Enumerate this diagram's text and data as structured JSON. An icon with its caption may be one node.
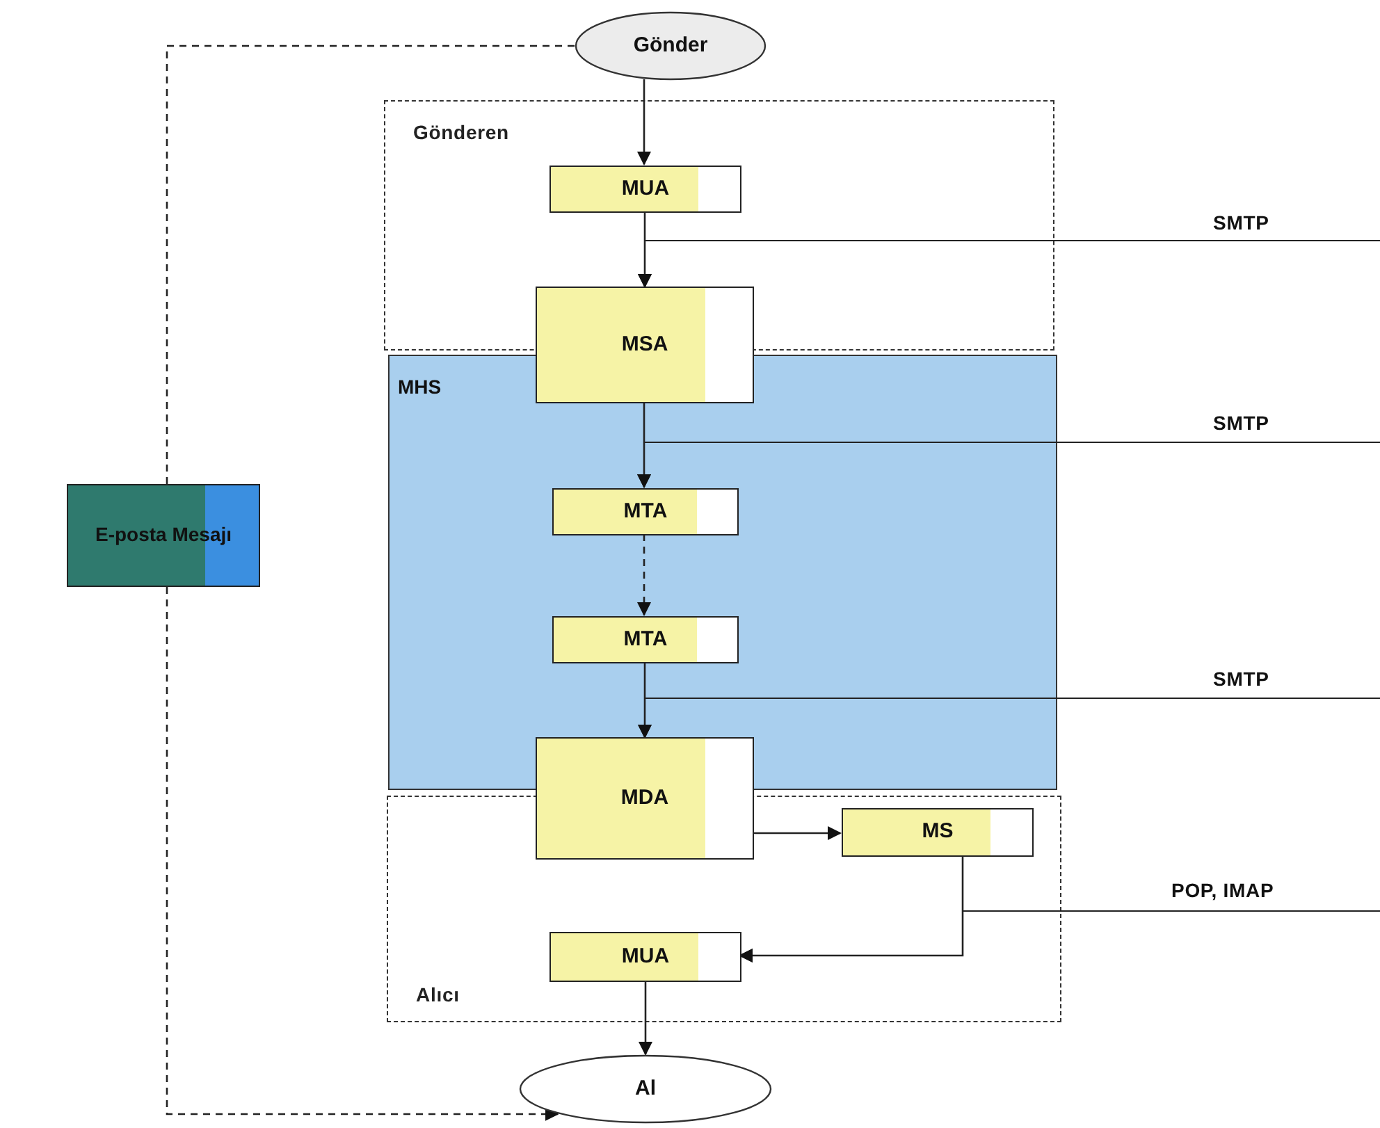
{
  "diagram": {
    "nodes": [
      {
        "text": [
          "Gönder"
        ]
      },
      {
        "text": [
          "Gönderen"
        ]
      },
      {
        "text": [
          "MUA"
        ],
        "in": 1
      },
      {
        "text": [
          "MSA"
        ]
      },
      {
        "text": [
          "MHS"
        ]
      },
      {
        "text": [
          "MTA"
        ],
        "in": 4
      },
      {
        "text": [
          "MTA"
        ],
        "in": 4
      },
      {
        "text": [
          "MDA"
        ]
      },
      {
        "text": [
          "Alıcı"
        ]
      },
      {
        "text": [
          "MS"
        ],
        "in": 8
      },
      {
        "text": [
          "MUA"
        ],
        "in": 8
      },
      {
        "text": [
          "E-posta Mesajı"
        ]
      },
      {
        "text": [
          "Al"
        ]
      }
    ],
    "edges": [
      {
        "from": 0,
        "to": 2,
        "arrow": "to"
      },
      {
        "from": 2,
        "to": 3,
        "arrow": "to"
      },
      {
        "from": 3,
        "to": 5,
        "arrow": "to"
      },
      {
        "from": 5,
        "to": 6,
        "arrow": "to",
        "style": "dashed"
      },
      {
        "from": 6,
        "to": 7,
        "arrow": "to"
      },
      {
        "from": 7,
        "to": 9,
        "arrow": "to"
      },
      {
        "from": 9,
        "to": 10,
        "arrow": "to"
      },
      {
        "from": 10,
        "to": 12,
        "arrow": "to"
      },
      {
        "from": 0,
        "to": 11,
        "arrow": "none",
        "style": "dashed"
      },
      {
        "from": 11,
        "to": 12,
        "arrow": "to",
        "style": "dashed"
      },
      {
        "from": null,
        "to": 3,
        "arrow": "to",
        "label": "SMTP"
      },
      {
        "from": null,
        "to": 5,
        "arrow": "to",
        "label": "SMTP"
      },
      {
        "from": null,
        "to": 7,
        "arrow": "to",
        "label": "SMTP"
      },
      {
        "from": null,
        "to": 10,
        "arrow": "to",
        "label": "POP, IMAP"
      }
    ]
  }
}
